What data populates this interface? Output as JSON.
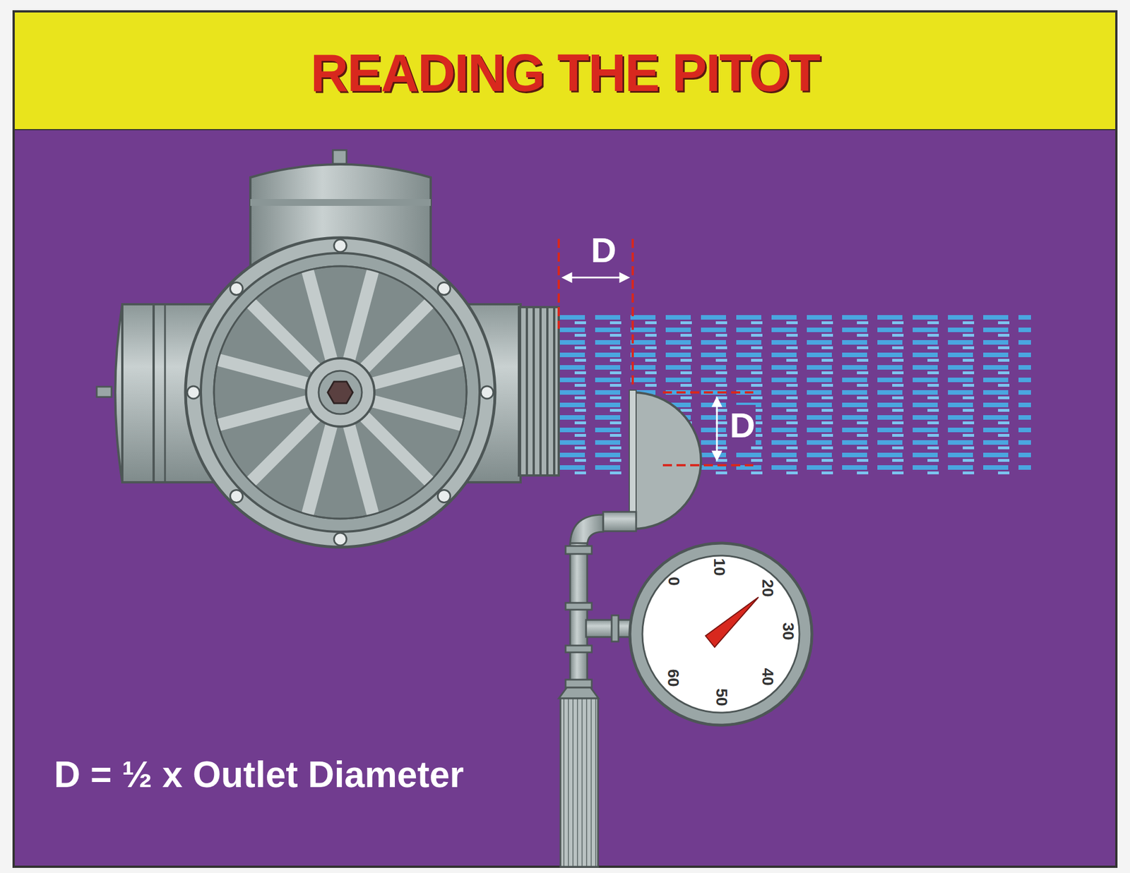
{
  "diagram": {
    "title": "READING THE PITOT",
    "labels": [
      "D",
      "D",
      "D = ½ x Outlet Diameter",
      "0",
      "10",
      "20",
      "30",
      "40",
      "50",
      "60"
    ]
  }
}
